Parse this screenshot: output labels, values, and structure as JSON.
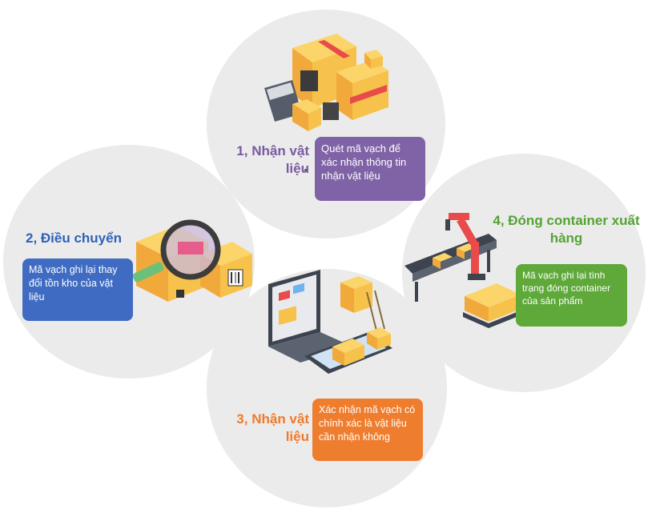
{
  "steps": [
    {
      "title": "1, Nhận vật liệu",
      "description": "Quét mã vạch để xác nhận thông tin nhận vật liệu",
      "color": "#7f63a6",
      "icon": "barcode-scanner-boxes-icon"
    },
    {
      "title": "2, Điều chuyển",
      "description": "Mã vạch ghi lại thay đổi tồn kho của vật liệu",
      "color": "#3f6cc2",
      "icon": "magnifier-boxes-icon"
    },
    {
      "title": "3, Nhận vật liệu",
      "description": "Xác nhận mã vạch có chính xác là vật liệu cần nhận không",
      "color": "#ef7d2e",
      "icon": "laptop-tablet-boxes-icon"
    },
    {
      "title": "4, Đóng container xuất hàng",
      "description": "Mã vạch ghi lại tình trạng đóng container của sản phẩm",
      "color": "#5fa83a",
      "icon": "robot-arm-conveyor-icon"
    }
  ]
}
